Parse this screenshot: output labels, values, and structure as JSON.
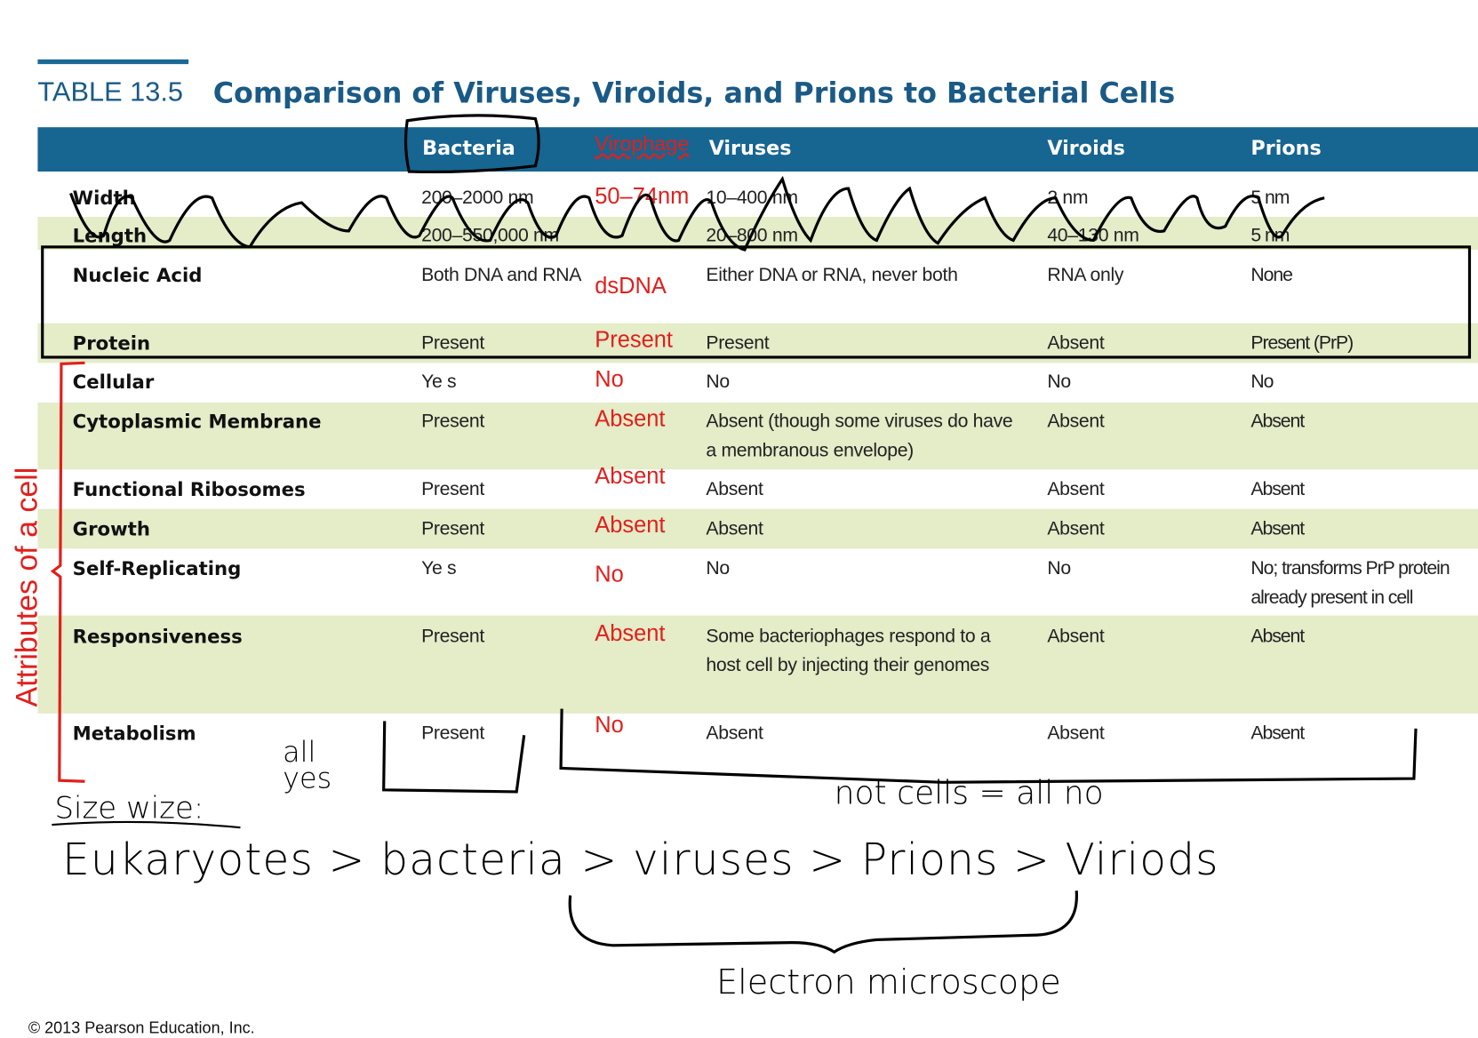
{
  "table_label": "TABLE 13.5",
  "title": "Comparison of Viruses, Viroids, and Prions to Bacterial Cells",
  "headers": {
    "bacteria": "Bacteria",
    "virophage": "Virophage",
    "viruses": "Viruses",
    "viroids": "Viroids",
    "prions": "Prions"
  },
  "rows": [
    {
      "label": "Width",
      "bacteria": "200–2000 nm",
      "virophage": "50–74nm",
      "viruses": "10–400 nm",
      "viroids": "2 nm",
      "prions": "5 nm"
    },
    {
      "label": "Length",
      "bacteria": "200–550,000 nm",
      "virophage": "",
      "viruses": "20–800 nm",
      "viroids": "40–130 nm",
      "prions": "5 nm"
    },
    {
      "label": "Nucleic Acid",
      "bacteria": "Both DNA and RNA",
      "virophage": "dsDNA",
      "viruses": "Either DNA or RNA, never both",
      "viroids": "RNA only",
      "prions": "None"
    },
    {
      "label": "Protein",
      "bacteria": "Present",
      "virophage": "Present",
      "viruses": "Present",
      "viroids": "Absent",
      "prions": "Present (PrP)"
    },
    {
      "label": "Cellular",
      "bacteria": "Ye s",
      "virophage": "No",
      "viruses": "No",
      "viroids": "No",
      "prions": "No"
    },
    {
      "label": "Cytoplasmic Membrane",
      "bacteria": "Present",
      "virophage": "Absent",
      "viruses": "Absent (though some viruses do have a membranous envelope)",
      "viroids": "Absent",
      "prions": "Absent"
    },
    {
      "label": "Functional Ribosomes",
      "bacteria": "Present",
      "virophage": "Absent",
      "viruses": "Absent",
      "viroids": "Absent",
      "prions": "Absent"
    },
    {
      "label": "Growth",
      "bacteria": "Present",
      "virophage": "Absent",
      "viruses": "Absent",
      "viroids": "Absent",
      "prions": "Absent"
    },
    {
      "label": "Self-Replicating",
      "bacteria": "Ye s",
      "virophage": "No",
      "viruses": "No",
      "viroids": "No",
      "prions": "No; transforms PrP protein already present in cell"
    },
    {
      "label": "Responsiveness",
      "bacteria": "Present",
      "virophage": "Absent",
      "viruses": "Some bacteriophages respond to a host cell by injecting their genomes",
      "viroids": "Absent",
      "prions": "Absent"
    },
    {
      "label": "Metabolism",
      "bacteria": "Present",
      "virophage": "No",
      "viruses": "Absent",
      "viroids": "Absent",
      "prions": "Absent"
    }
  ],
  "annotations": {
    "attributes": "Attributes of a cell",
    "all_yes": "all yes",
    "not_cells": "not cells = all no",
    "size_wise": "Size wize:",
    "size_order": "Eukaryotes > bacteria > viruses > Prions > Viriods",
    "electron": "Electron microscope"
  },
  "copyright": "© 2013 Pearson Education, Inc.",
  "colors": {
    "header": "#176591",
    "band": "#e4ecc8",
    "annotation_red": "#e0201c"
  }
}
